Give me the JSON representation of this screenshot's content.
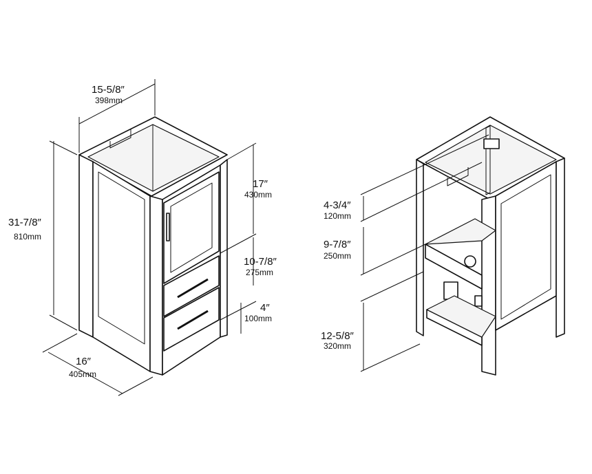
{
  "dimensions": {
    "width": {
      "imperial": "15-5/8″",
      "metric": "398mm"
    },
    "height": {
      "imperial": "31-7/8″",
      "metric": "810mm"
    },
    "depth": {
      "imperial": "16″",
      "metric": "405mm"
    },
    "door_height": {
      "imperial": "17″",
      "metric": "430mm"
    },
    "drawers_height": {
      "imperial": "10-7/8″",
      "metric": "275mm"
    },
    "toe_kick": {
      "imperial": "4″",
      "metric": "100mm"
    },
    "top_opening": {
      "imperial": "4-3/4″",
      "metric": "120mm"
    },
    "middle_opening": {
      "imperial": "9-7/8″",
      "metric": "250mm"
    },
    "bottom_opening": {
      "imperial": "12-5/8″",
      "metric": "320mm"
    }
  }
}
